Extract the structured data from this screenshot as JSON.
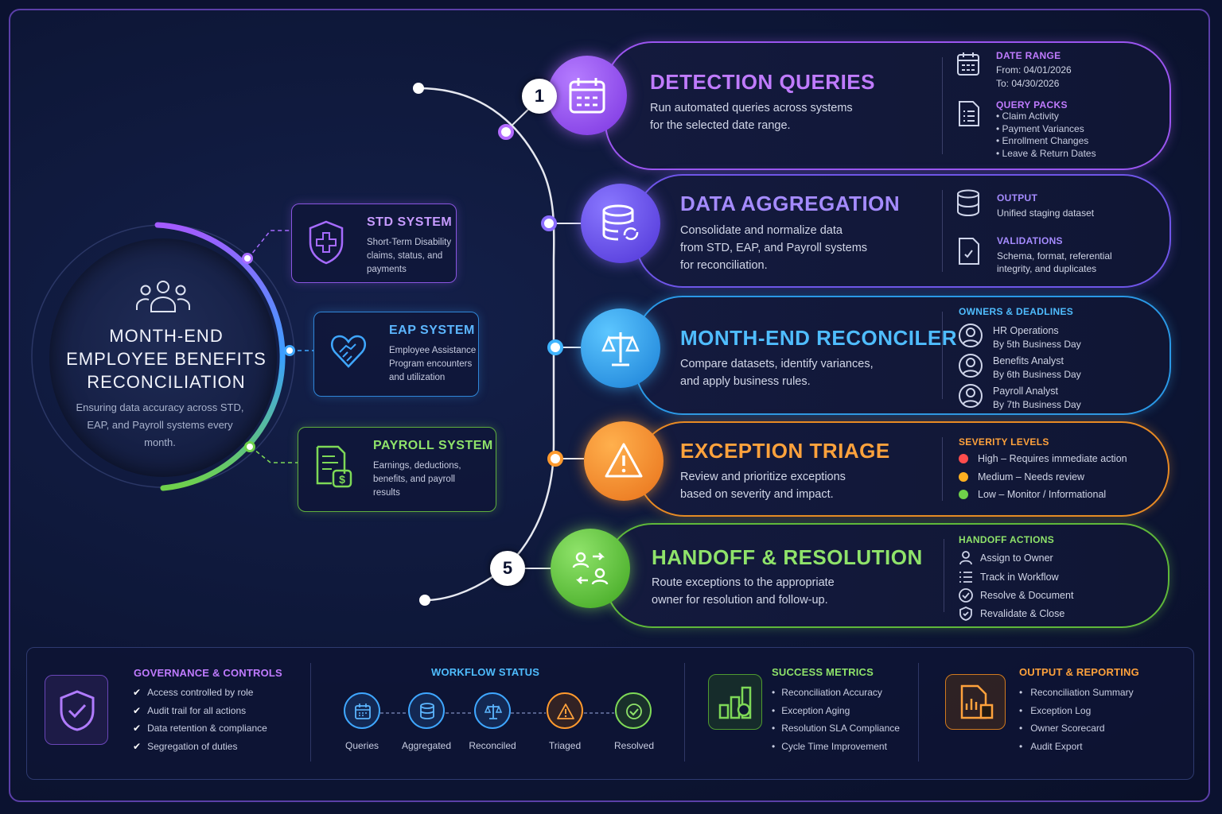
{
  "hub": {
    "title": "MONTH-END\nEMPLOYEE BENEFITS\nRECONCILIATION",
    "subtitle": "Ensuring data accuracy across STD, EAP, and Payroll systems every month."
  },
  "systems": [
    {
      "title": "STD SYSTEM",
      "desc": "Short-Term Disability claims, status, and payments",
      "color": "#a66bff",
      "icon": "shield-plus-icon"
    },
    {
      "title": "EAP SYSTEM",
      "desc": "Employee Assistance Program encounters and utilization",
      "color": "#3fa7ff",
      "icon": "heart-handshake-icon"
    },
    {
      "title": "PAYROLL SYSTEM",
      "desc": "Earnings, deductions, benefits, and payroll results",
      "color": "#7ed957",
      "icon": "payroll-document-icon"
    }
  ],
  "steps": [
    {
      "title": "DETECTION QUERIES",
      "desc": "Run automated queries across systems\nfor the selected date range.",
      "color": "#b36bff",
      "number": "1",
      "right": {
        "date_label": "DATE RANGE",
        "date_from": "From: 04/01/2026",
        "date_to": "To:  04/30/2026",
        "packs_label": "QUERY PACKS",
        "packs": [
          "• Claim Activity",
          "• Payment Variances",
          "• Enrollment Changes",
          "• Leave & Return Dates"
        ]
      }
    },
    {
      "title": "DATA AGGREGATION",
      "desc": "Consolidate and normalize data\nfrom STD, EAP, and Payroll systems\nfor reconciliation.",
      "color": "#8a6cff",
      "right": {
        "output_label": "OUTPUT",
        "output": "Unified staging dataset",
        "valid_label": "VALIDATIONS",
        "valid": "Schema, format, referential\nintegrity, and duplicates"
      }
    },
    {
      "title": "MONTH-END RECONCILER",
      "desc": "Compare datasets, identify variances,\nand apply business rules.",
      "color": "#3fb4ff",
      "right": {
        "label": "OWNERS & DEADLINES",
        "owners": [
          {
            "name": "HR Operations",
            "due": "By 5th Business Day"
          },
          {
            "name": "Benefits Analyst",
            "due": "By 6th Business Day"
          },
          {
            "name": "Payroll Analyst",
            "due": "By 7th Business Day"
          }
        ]
      }
    },
    {
      "title": "EXCEPTION TRIAGE",
      "desc": "Review and prioritize exceptions\nbased on severity and impact.",
      "color": "#ff9a2e",
      "right": {
        "label": "SEVERITY LEVELS",
        "levels": [
          {
            "text": "High – Requires immediate action",
            "color": "#ff4d4d"
          },
          {
            "text": "Medium – Needs review",
            "color": "#ffb020"
          },
          {
            "text": "Low – Monitor / Informational",
            "color": "#6fd14a"
          }
        ]
      }
    },
    {
      "title": "HANDOFF & RESOLUTION",
      "desc": "Route exceptions to the appropriate\nowner for resolution and follow-up.",
      "color": "#7ed957",
      "number": "5",
      "right": {
        "label": "HANDOFF ACTIONS",
        "actions": [
          "Assign to Owner",
          "Track in Workflow",
          "Resolve & Document",
          "Revalidate & Close"
        ]
      }
    }
  ],
  "governance": {
    "title": "GOVERNANCE & CONTROLS",
    "items": [
      "Access controlled by role",
      "Audit trail for all actions",
      "Data retention & compliance",
      "Segregation of duties"
    ]
  },
  "workflow": {
    "title": "WORKFLOW STATUS",
    "stages": [
      "Queries",
      "Aggregated",
      "Reconciled",
      "Triaged",
      "Resolved"
    ]
  },
  "metrics": {
    "title": "SUCCESS METRICS",
    "items": [
      "Reconciliation Accuracy",
      "Exception Aging",
      "Resolution SLA Compliance",
      "Cycle Time Improvement"
    ]
  },
  "reporting": {
    "title": "OUTPUT & REPORTING",
    "items": [
      "Reconciliation Summary",
      "Exception Log",
      "Owner Scorecard",
      "Audit Export"
    ]
  }
}
